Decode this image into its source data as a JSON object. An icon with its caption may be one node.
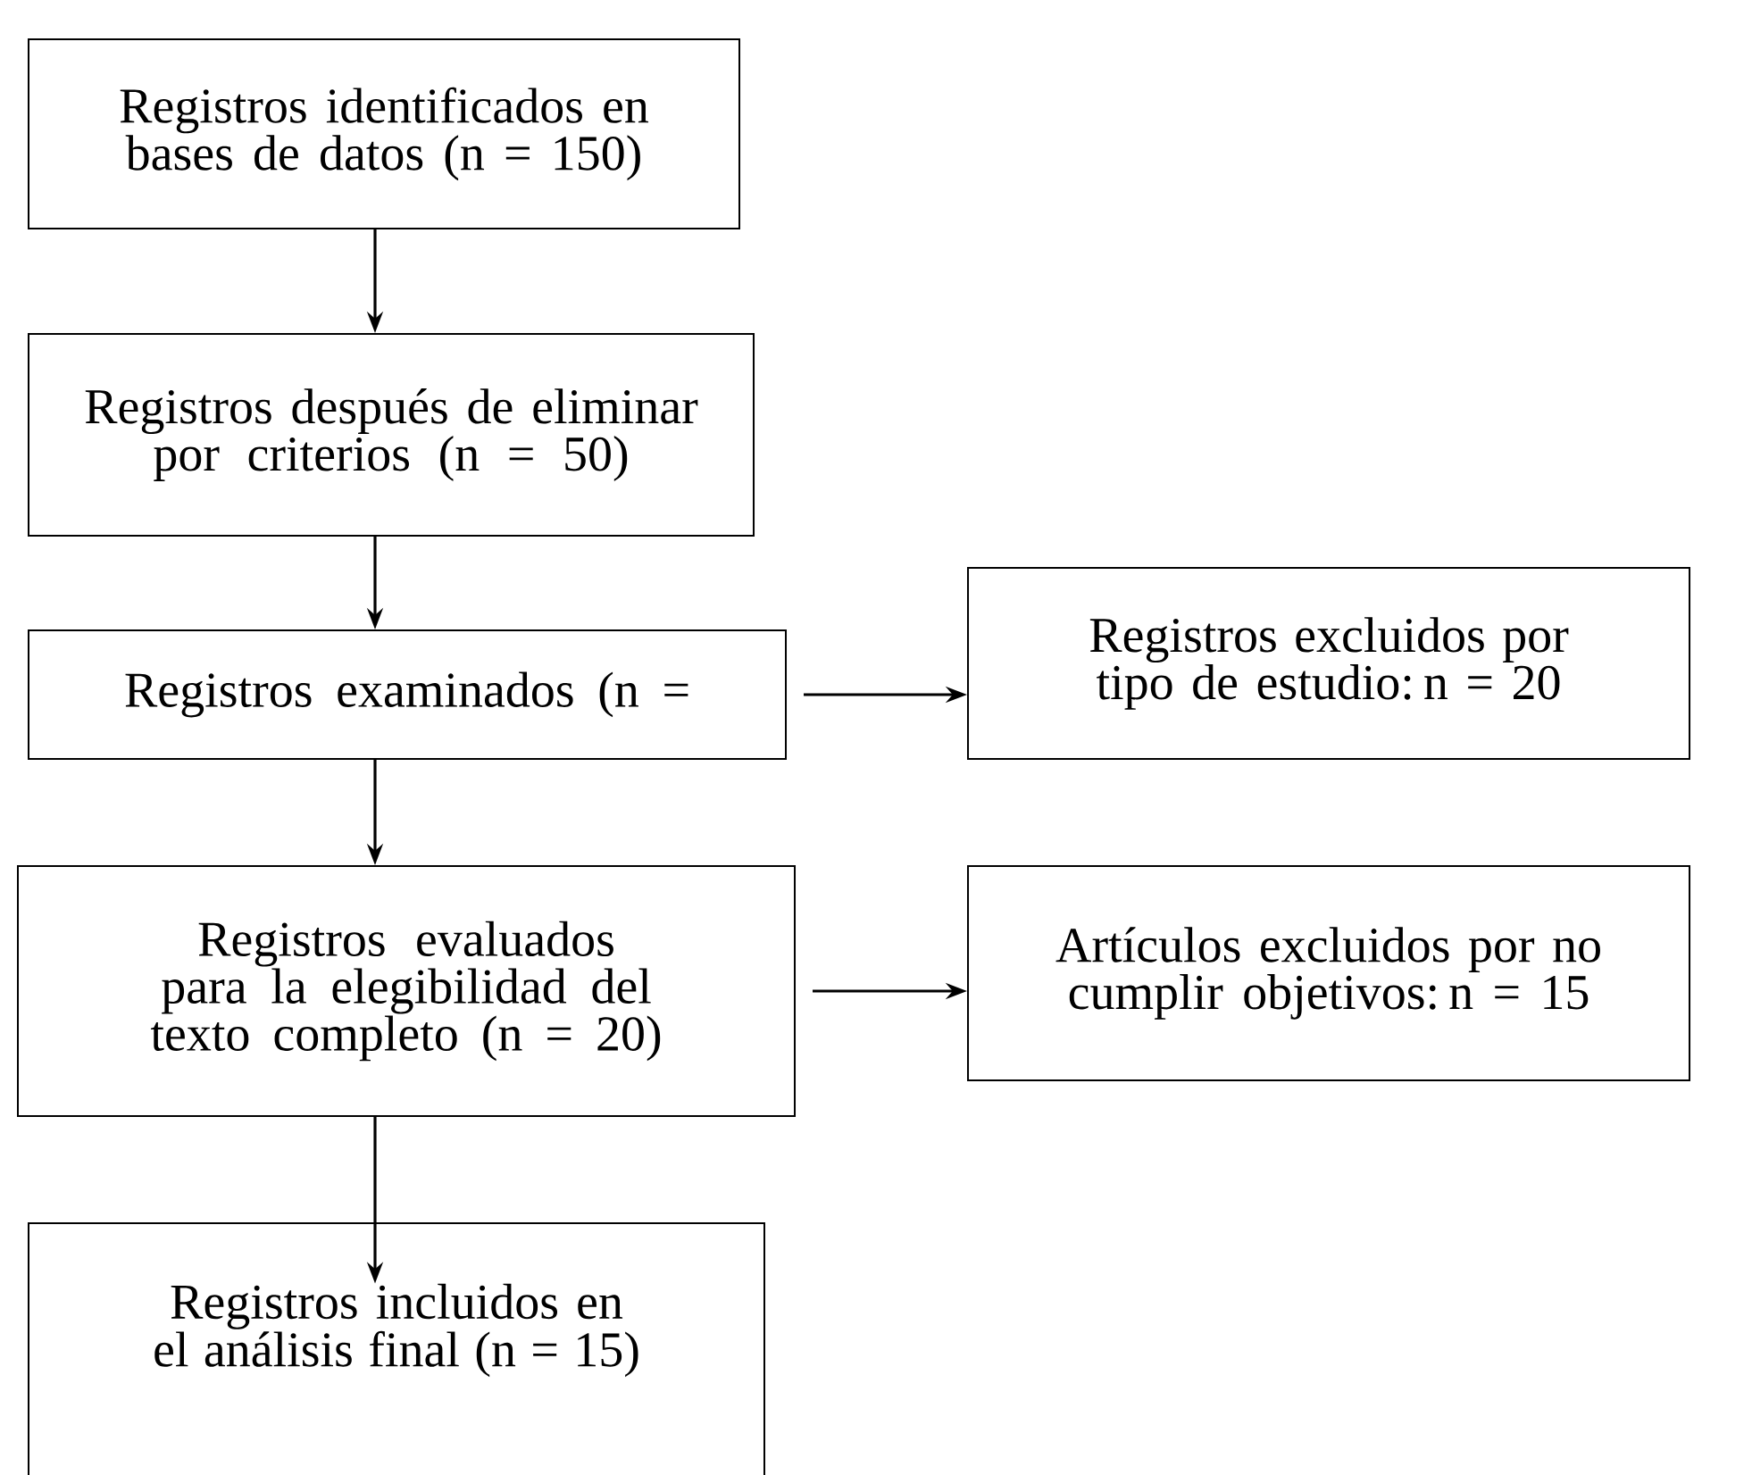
{
  "diagram": {
    "nodes": [
      {
        "text": [
          "Registros identificados en bases de datos (n = 150)"
        ]
      },
      {
        "text": [
          "Registros después de eliminar por criterios (n = 50)"
        ]
      },
      {
        "text": [
          "Registros examinados (n ="
        ]
      },
      {
        "text": [
          "Registros excluidos por tipo de estudio: n = 20"
        ]
      },
      {
        "text": [
          "Registros evaluados para la elegibilidad del texto completo (n = 20)"
        ]
      },
      {
        "text": [
          "Artículos excluidos por no cumplir objetivos: n = 15"
        ]
      },
      {
        "text": [
          "Registros incluidos en el análisis final (n = 15)"
        ]
      }
    ],
    "edges": [
      {
        "from": 0,
        "to": 1,
        "arrow": "to"
      },
      {
        "from": 1,
        "to": 2,
        "arrow": "to"
      },
      {
        "from": 2,
        "to": 3,
        "arrow": "to"
      },
      {
        "from": 2,
        "to": 4,
        "arrow": "to"
      },
      {
        "from": 4,
        "to": 5,
        "arrow": "to"
      },
      {
        "from": 4,
        "to": 6,
        "arrow": "to"
      }
    ]
  }
}
